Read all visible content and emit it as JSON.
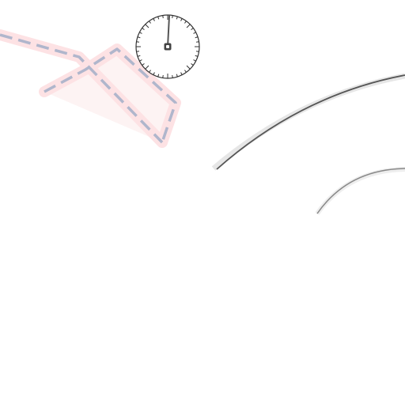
{
  "canvas": {
    "background_color": "#ffffff"
  },
  "player_path": {
    "icon": "dashed-path-trail",
    "outline_color": "#b0b6cc",
    "glow_color": "#fde2e4",
    "fill_color": "#fdf0f0"
  },
  "dial": {
    "icon": "dial-gauge-icon",
    "tick_count": 40,
    "face_color": "#ffffff",
    "tick_color": "#333333",
    "needle_color": "#555555",
    "hub_color": "#444444"
  },
  "track": {
    "icon": "curved-track-lines",
    "outer_line_color": "#555555",
    "inner_line_color": "#888888",
    "shadow_color": "#e6e6e6"
  }
}
